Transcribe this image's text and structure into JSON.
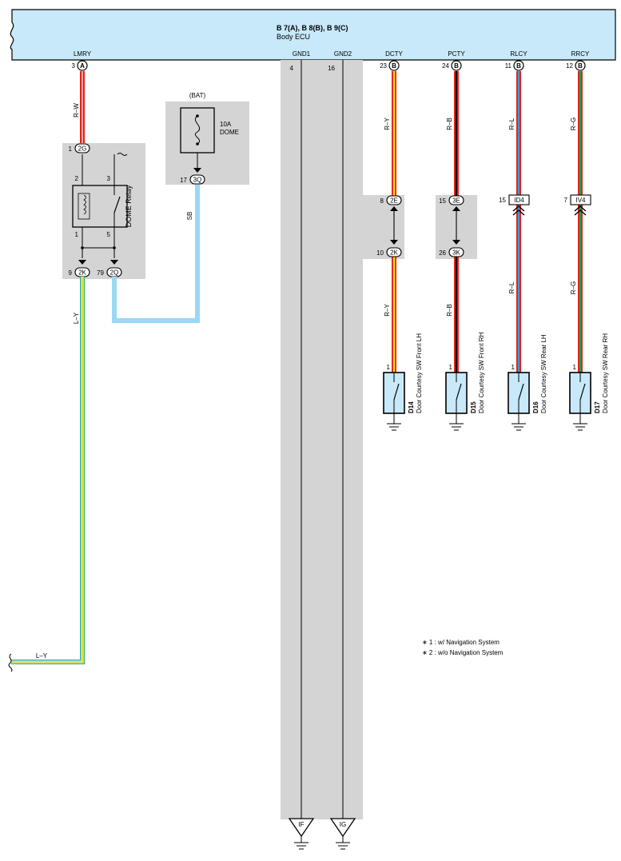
{
  "ecu": {
    "title": "B 7(A), B 8(B), B 9(C)",
    "subtitle": "Body ECU",
    "terminals": [
      "LMRY",
      "GND1",
      "GND2",
      "DCTY",
      "PCTY",
      "RLCY",
      "RRCY"
    ],
    "pins": {
      "lmry": "3",
      "gnd1": "4",
      "gnd2": "16",
      "dcty": "23",
      "pcty": "24",
      "rlcy": "11",
      "rrcy": "12"
    },
    "pin_conn": {
      "a": "A",
      "b": "B"
    }
  },
  "colors": {
    "red": "#e32119",
    "yellow": "#f4e40c",
    "blue_light": "#9ad8f3",
    "blue": "#3a9ad9",
    "black": "#000000",
    "green": "#1aa354",
    "ecu_fill": "#c7e9fa",
    "gray_box": "#d4d4d4"
  },
  "wires": {
    "r_w": "R–W",
    "sb": "SB",
    "l_y": "L–Y",
    "r_y": "R–Y",
    "r_b": "R–B",
    "r_l": "R–L",
    "r_g": "R–G"
  },
  "dome_relay": {
    "label": "DOME Relay",
    "pins": [
      "2",
      "3",
      "1",
      "5"
    ],
    "conn_in": {
      "pin": "1",
      "code": "2G"
    },
    "conn_out1": {
      "pin": "9",
      "code": "2K"
    },
    "conn_out2": {
      "pin": "79",
      "code": "2Q"
    }
  },
  "fuse": {
    "source": "(BAT)",
    "rating": "10A",
    "name": "DOME",
    "conn": {
      "pin": "17",
      "code": "3Q"
    }
  },
  "junctions": {
    "dcty_top": {
      "pin": "8",
      "code": "2E"
    },
    "dcty_bot": {
      "pin": "10",
      "code": "2K"
    },
    "pcty_top": {
      "pin": "15",
      "code": "3E"
    },
    "pcty_bot": {
      "pin": "26",
      "code": "3K"
    },
    "rlcy": {
      "pin": "15",
      "code": "ID4"
    },
    "rrcy": {
      "pin": "7",
      "code": "IV4"
    }
  },
  "switches": [
    {
      "id": "D14",
      "name": "Door Courtesy SW Front LH",
      "pin": "1"
    },
    {
      "id": "D15",
      "name": "Door Courtesy SW Front RH",
      "pin": "1"
    },
    {
      "id": "D16",
      "name": "Door Courtesy SW Rear LH",
      "pin": "1"
    },
    {
      "id": "D17",
      "name": "Door Courtesy SW Rear RH",
      "pin": "1"
    }
  ],
  "grounds": {
    "gnd1": "IF",
    "gnd2": "IG"
  },
  "notes": [
    "∗ 1 : w/ Navigation System",
    "∗ 2 : w/o Navigation System"
  ]
}
